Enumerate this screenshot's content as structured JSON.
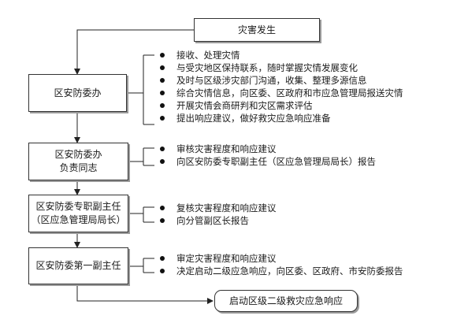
{
  "start": {
    "label": "灾害发生"
  },
  "end": {
    "label": "启动区级二级救灾应急响应"
  },
  "steps": [
    {
      "lines": [
        "区安防委办"
      ],
      "actions": [
        "接收、处理灾情",
        "与受灾地区保持联系，随时掌握灾情发展变化",
        "及时与区级涉灾部门沟通，收集、整理多源信息",
        "综合灾情信息，向区委、区政府和市应急管理局报送灾情",
        "开展灾情会商研判和灾区需求评估",
        "提出响应建议，做好救灾应急响应准备"
      ]
    },
    {
      "lines": [
        "区安防委办",
        "负责同志"
      ],
      "actions": [
        "审核灾害程度和响应建议",
        "向区安防委专职副主任（区应急管理局局长）报告"
      ]
    },
    {
      "lines": [
        "区安防委专职副主任",
        "（区应急管理局局长）"
      ],
      "actions": [
        "复核灾害程度和响应建议",
        "向分管副区长报告"
      ]
    },
    {
      "lines": [
        "区安防委第一副主任"
      ],
      "actions": [
        "审定灾害程度和响应建议",
        "决定启动二级应急响应，向区委、区政府、市安防委报告"
      ]
    }
  ]
}
